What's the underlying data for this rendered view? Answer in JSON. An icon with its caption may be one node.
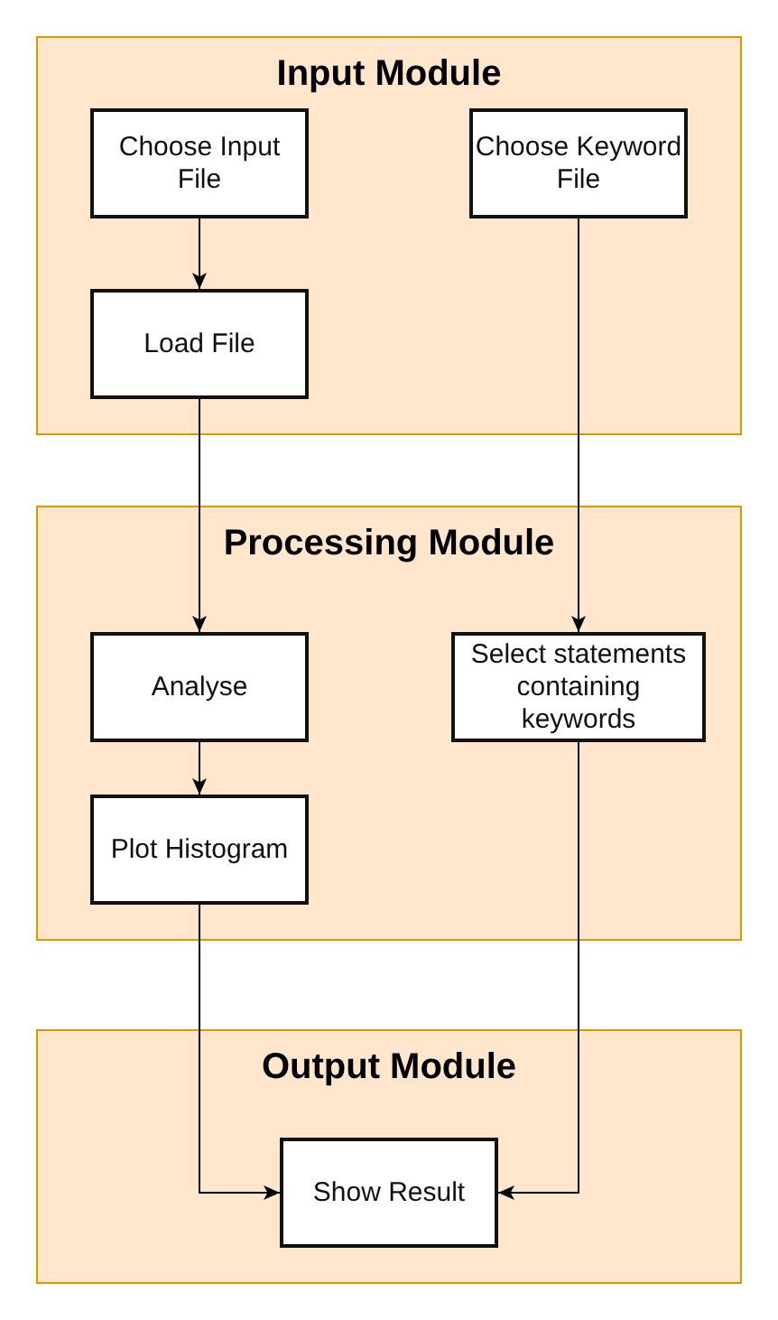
{
  "diagram": {
    "nodes": [
      {
        "text": [
          "Input Module"
        ]
      },
      {
        "text": [
          "Choose Input File"
        ],
        "in": 0
      },
      {
        "text": [
          "Choose Keyword File"
        ],
        "in": 0
      },
      {
        "text": [
          "Load File"
        ],
        "in": 0
      },
      {
        "text": [
          "Processing Module"
        ]
      },
      {
        "text": [
          "Analyse"
        ],
        "in": 4
      },
      {
        "text": [
          "Select statements containing keywords"
        ],
        "in": 4
      },
      {
        "text": [
          "Plot Histogram"
        ],
        "in": 4
      },
      {
        "text": [
          "Output Module"
        ]
      },
      {
        "text": [
          "Show Result"
        ],
        "in": 8
      }
    ],
    "edges": [
      {
        "from": 1,
        "to": 3,
        "arrow": "to"
      },
      {
        "from": 2,
        "to": 6,
        "arrow": "to"
      },
      {
        "from": 3,
        "to": 5,
        "arrow": "to"
      },
      {
        "from": 5,
        "to": 7,
        "arrow": "to"
      },
      {
        "from": 7,
        "to": 9,
        "arrow": "to"
      },
      {
        "from": 6,
        "to": 9,
        "arrow": "to"
      }
    ]
  }
}
